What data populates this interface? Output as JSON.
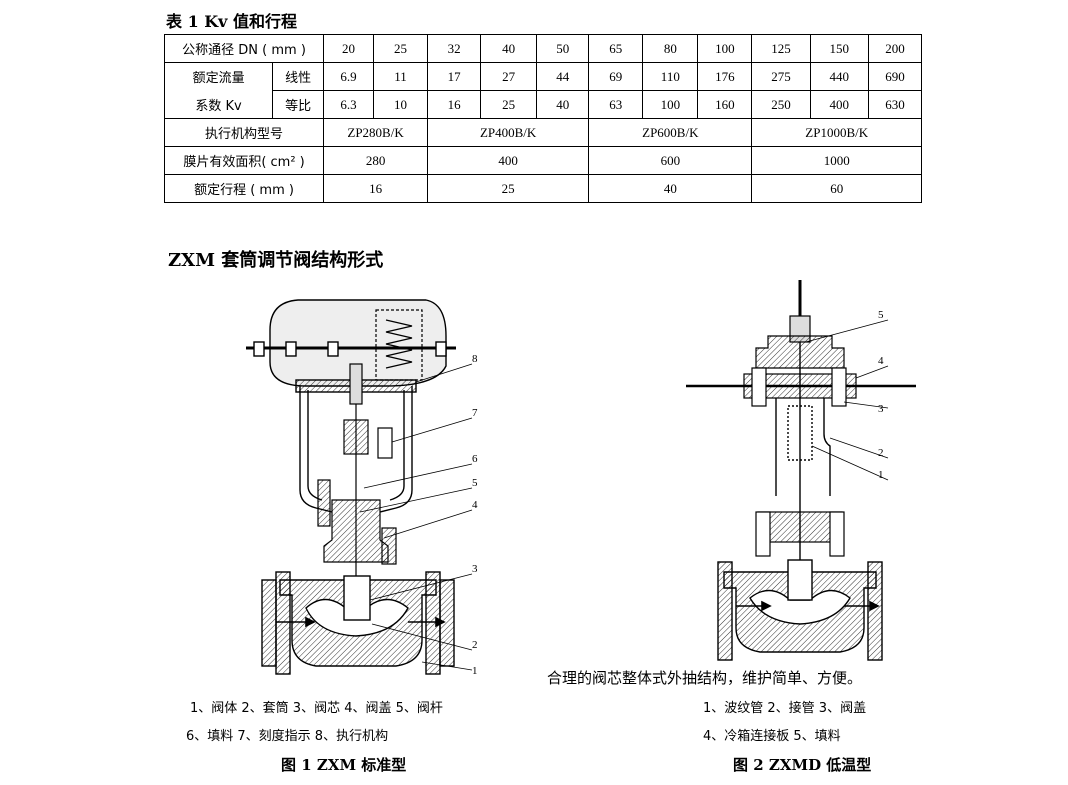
{
  "table": {
    "title": "表 1  Kv 值和行程",
    "dn_label": "公称通径 DN ( mm )",
    "dn_values": [
      "20",
      "25",
      "32",
      "40",
      "50",
      "65",
      "80",
      "100",
      "125",
      "150",
      "200"
    ],
    "flow_label_1": "额定流量",
    "flow_label_2": "系数 Kv",
    "linear_label": "线性",
    "linear_values": [
      "6.9",
      "11",
      "17",
      "27",
      "44",
      "69",
      "110",
      "176",
      "275",
      "440",
      "690"
    ],
    "equal_label": "等比",
    "equal_values": [
      "6.3",
      "10",
      "16",
      "25",
      "40",
      "63",
      "100",
      "160",
      "250",
      "400",
      "630"
    ],
    "actuator_label": "执行机构型号",
    "actuator_values": [
      "ZP280B/K",
      "ZP400B/K",
      "ZP600B/K",
      "ZP1000B/K"
    ],
    "area_label": "膜片有效面积( cm² )",
    "area_values": [
      "280",
      "400",
      "600",
      "1000"
    ],
    "stroke_label": "额定行程 ( mm )",
    "stroke_values": [
      "16",
      "25",
      "40",
      "60"
    ]
  },
  "section_title": "ZXM 套筒调节阀结构形式",
  "figure1": {
    "callouts": [
      "8",
      "7",
      "6",
      "5",
      "4",
      "3",
      "2",
      "1"
    ],
    "legend_line1": "1、阀体 2、套筒 3、阀芯 4、阀盖 5、阀杆",
    "legend_line2": "6、填料 7、刻度指示 8、执行机构",
    "caption": "图 1  ZXM 标准型"
  },
  "figure2": {
    "callouts": [
      "5",
      "4",
      "3",
      "2",
      "1"
    ],
    "description": "合理的阀芯整体式外抽结构，维护简单、方便。",
    "legend_line1": "1、波纹管 2、接管 3、阀盖",
    "legend_line2": "4、冷箱连接板 5、填料",
    "caption": "图 2  ZXMD 低温型"
  }
}
